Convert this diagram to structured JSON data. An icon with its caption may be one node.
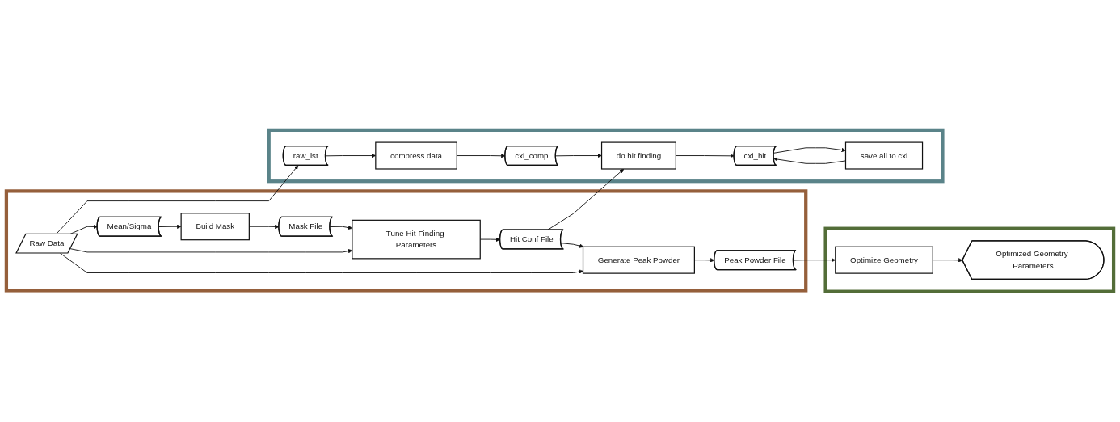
{
  "diagram": {
    "nodes": [
      {
        "text": [],
        "shape": "box"
      },
      {
        "text": [
          "Raw Data"
        ],
        "in": 0
      },
      {
        "text": [
          "Mean/Sigma"
        ],
        "in": 0
      },
      {
        "text": [
          "Build Mask"
        ],
        "in": 0
      },
      {
        "text": [
          "Mask File"
        ],
        "in": 0
      },
      {
        "text": [
          "Tune Hit-Finding Parameters"
        ],
        "in": 0
      },
      {
        "text": [
          "Hit Conf File"
        ],
        "in": 0
      },
      {
        "text": [
          "Generate Peak Powder"
        ],
        "in": 0
      },
      {
        "text": [
          "Peak Powder File"
        ],
        "in": 0
      },
      {
        "text": [],
        "shape": "box"
      },
      {
        "text": [
          "Optimize Geometry"
        ],
        "in": 9
      },
      {
        "text": [
          "Optimized Geometry Parameters"
        ],
        "in": 9
      },
      {
        "text": [],
        "shape": "box"
      },
      {
        "text": [
          "raw_lst"
        ],
        "in": 12
      },
      {
        "text": [
          "compress data"
        ],
        "in": 12
      },
      {
        "text": [
          "do hit finding"
        ],
        "in": 12
      },
      {
        "text": [
          "save all to cxi"
        ],
        "in": 12
      },
      {
        "text": [
          "cxi_comp"
        ],
        "in": 12
      },
      {
        "text": [
          "cxi_hit"
        ],
        "in": 12
      }
    ],
    "edges": [
      {
        "from": 1,
        "to": 13,
        "arrow": "to"
      },
      {
        "from": 1,
        "to": 2,
        "arrow": "to"
      },
      {
        "from": 2,
        "to": 3,
        "arrow": "to"
      },
      {
        "from": 3,
        "to": 4,
        "arrow": "to"
      },
      {
        "from": 4,
        "to": 5,
        "arrow": "to"
      },
      {
        "from": 1,
        "to": 5,
        "arrow": "to"
      },
      {
        "from": 5,
        "to": 6,
        "arrow": "to"
      },
      {
        "from": 6,
        "to": 15,
        "arrow": "to"
      },
      {
        "from": 6,
        "to": 7,
        "arrow": "to"
      },
      {
        "from": 1,
        "to": 7,
        "arrow": "to"
      },
      {
        "from": 7,
        "to": 8,
        "arrow": "to"
      },
      {
        "from": 8,
        "to": 10,
        "arrow": "to"
      },
      {
        "from": 10,
        "to": 11,
        "arrow": "to"
      },
      {
        "from": 13,
        "to": 14,
        "arrow": "to"
      },
      {
        "from": 14,
        "to": 17,
        "arrow": "to"
      },
      {
        "from": 17,
        "to": 15,
        "arrow": "to"
      },
      {
        "from": 15,
        "to": 18,
        "arrow": "to"
      },
      {
        "from": 18,
        "to": 16,
        "arrow": "to"
      },
      {
        "from": 16,
        "to": 18,
        "arrow": "to"
      }
    ]
  }
}
